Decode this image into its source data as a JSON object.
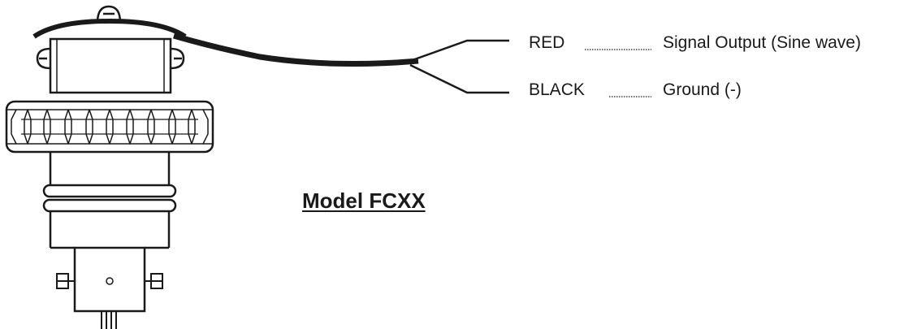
{
  "wires": [
    {
      "color_name": "RED",
      "function": "Signal Output (Sine wave)"
    },
    {
      "color_name": "BLACK",
      "function": "Ground (-)"
    }
  ],
  "model_title": "Model FCXX",
  "colors": {
    "line": "#1a1a1a",
    "background": "#ffffff"
  }
}
